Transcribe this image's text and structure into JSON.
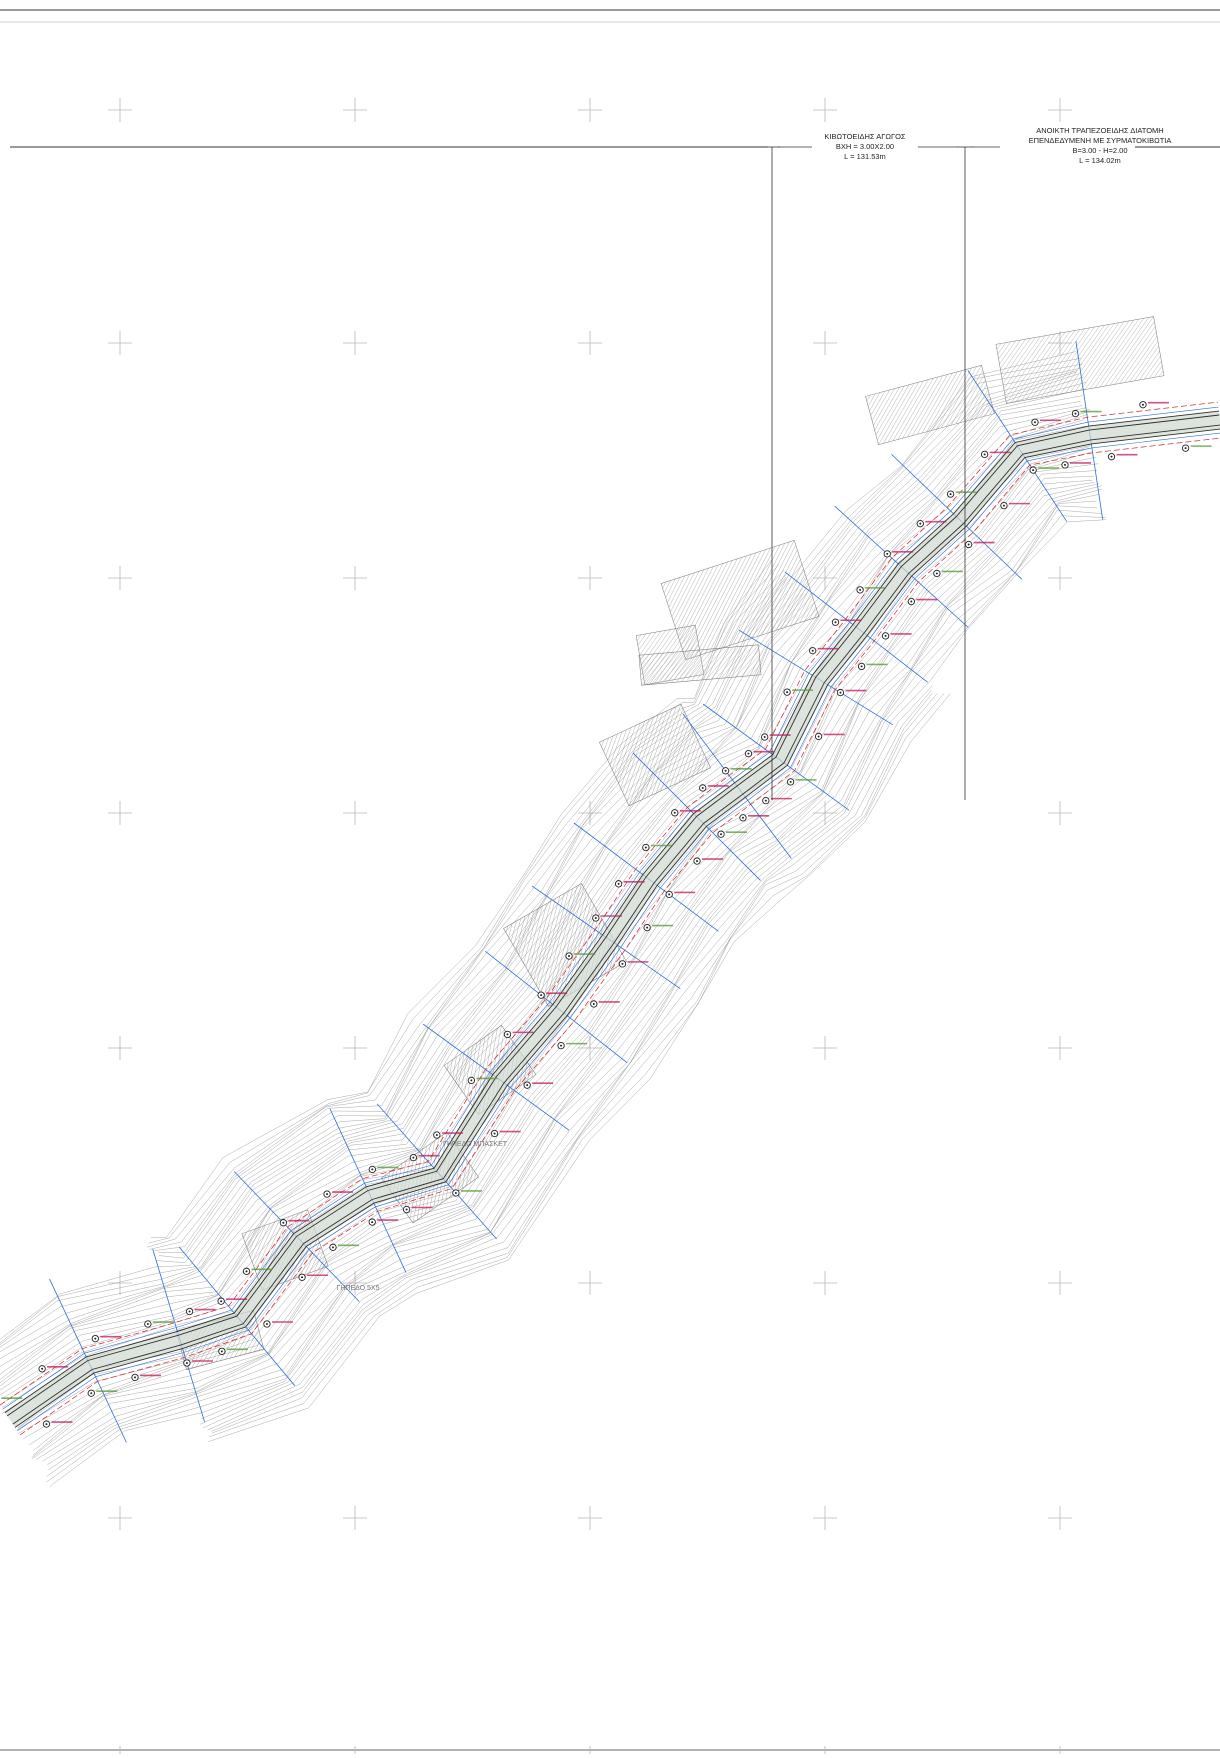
{
  "drawing": {
    "segments": [
      {
        "id": "box-culvert",
        "lines": [
          "ΚΙΒΩΤΟΕΙΔΗΣ ΑΓΩΓΟΣ",
          "ΒΧΗ = 3.00Χ2.00",
          "L = 131.53m"
        ]
      },
      {
        "id": "open-trapezoidal",
        "lines": [
          "ΑΝΟΙΚΤΗ ΤΡΑΠΕΖΟΕΙΔΗΣ ΔΙΑΤΟΜΗ",
          "ΕΠΕΝΔΕΔΥΜΕΝΗ ΜΕ ΣΥΡΜΑΤΟΚΙΒΩΤΙΑ",
          "B=3.00 - H=2.00",
          "L = 134.02m"
        ]
      }
    ],
    "place_labels": [
      "ΓΗΠΕΔΟ ΜΠΑΣΚΕΤ",
      "ΓΗΠΕΔΟ 5Χ5"
    ],
    "colors": {
      "frame": "#333333",
      "grid_cross": "#b8b8b8",
      "contour": "#8c8c8c",
      "channel": "#2f2f2f",
      "section": "#2a6fd6",
      "red_label": "#c2185b",
      "green_label": "#4f9a2e",
      "axis_dashed": "#d2232a"
    }
  }
}
